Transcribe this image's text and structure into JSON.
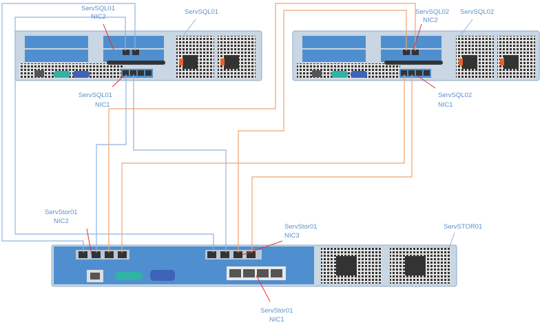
{
  "labels": {
    "sql01_title": "ServSQL01",
    "sql01_nic2": [
      "ServSQL01",
      "NIC2"
    ],
    "sql01_nic1": [
      "ServSQL01",
      "NIC1"
    ],
    "sql02_title": "ServSQL02",
    "sql02_nic2": [
      "ServSQL02",
      "NIC2"
    ],
    "sql02_nic1": [
      "ServSQL02",
      "NIC1"
    ],
    "stor_title": "ServSTOR01",
    "stor_nic2": [
      "ServStor01",
      "NIC2"
    ],
    "stor_nic3": [
      "ServStor01",
      "NIC3"
    ],
    "stor_nic1": [
      "ServStor01",
      "NIC1"
    ]
  },
  "colors": {
    "sql01_links": "#8fb3de",
    "sql02_links": "#f0a36e",
    "pointer": "#e8302a",
    "chassis_blue": "#4f8fd0"
  }
}
